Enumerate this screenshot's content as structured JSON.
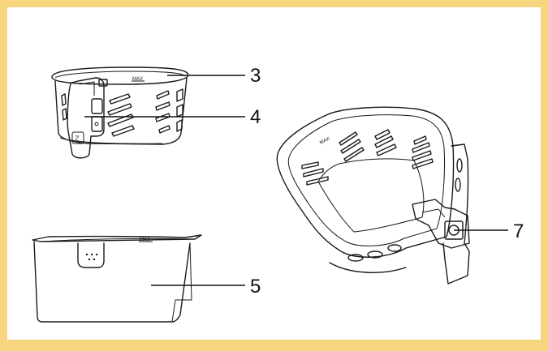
{
  "callouts": [
    {
      "number": "3",
      "part": "basket-rim"
    },
    {
      "number": "4",
      "part": "basket-handle"
    },
    {
      "number": "5",
      "part": "outer-drawer"
    },
    {
      "number": "7",
      "part": "handle-release-button"
    }
  ],
  "markings": {
    "max_basket": "MAX",
    "max_drawer": "MAX",
    "max_basket_top": "MAX"
  },
  "logo_letter": "Z",
  "colors": {
    "border": "#f6d57e",
    "line": "#1a1a1a",
    "background": "#ffffff"
  }
}
